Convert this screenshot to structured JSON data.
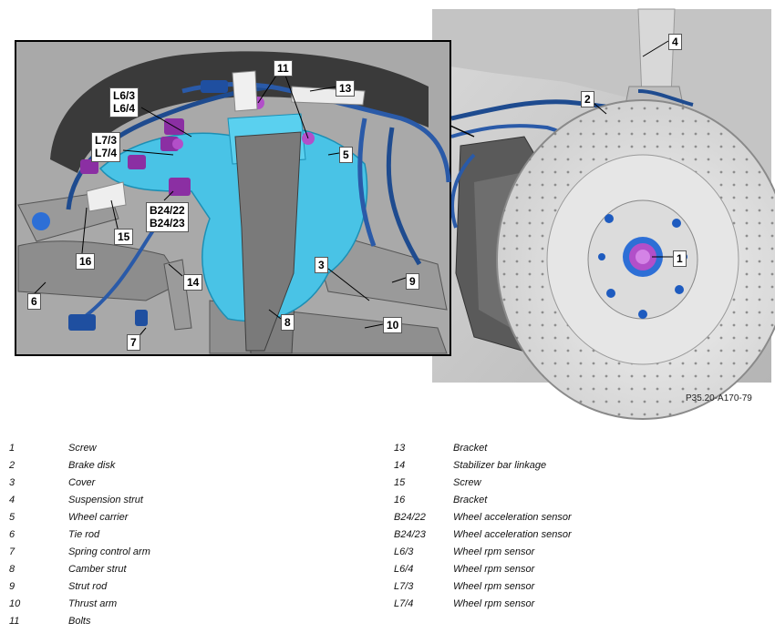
{
  "callouts": {
    "c1": "1",
    "c2": "2",
    "c3": "3",
    "c4": "4",
    "c5": "5",
    "c6": "6",
    "c7": "7",
    "c8": "8",
    "c9": "9",
    "c10": "10",
    "c11": "11",
    "c13": "13",
    "c14": "14",
    "c15": "15",
    "c16": "16",
    "l63": "L6/3",
    "l64": "L6/4",
    "l73": "L7/3",
    "l74": "L7/4",
    "b2422": "B24/22",
    "b2423": "B24/23"
  },
  "figure_code": "P35.20-A170-79",
  "legend": {
    "left": [
      {
        "key": "1",
        "desc": "Screw"
      },
      {
        "key": "2",
        "desc": "Brake disk"
      },
      {
        "key": "3",
        "desc": "Cover"
      },
      {
        "key": "4",
        "desc": "Suspension strut"
      },
      {
        "key": "5",
        "desc": "Wheel carrier"
      },
      {
        "key": "6",
        "desc": "Tie rod"
      },
      {
        "key": "7",
        "desc": "Spring control arm"
      },
      {
        "key": "8",
        "desc": "Camber strut"
      },
      {
        "key": "9",
        "desc": "Strut rod"
      },
      {
        "key": "10",
        "desc": "Thrust arm"
      },
      {
        "key": "11",
        "desc": "Bolts"
      }
    ],
    "right": [
      {
        "key": "13",
        "desc": "Bracket"
      },
      {
        "key": "14",
        "desc": "Stabilizer bar linkage"
      },
      {
        "key": "15",
        "desc": "Screw"
      },
      {
        "key": "16",
        "desc": "Bracket"
      },
      {
        "key": "B24/22",
        "desc": "Wheel acceleration sensor"
      },
      {
        "key": "B24/23",
        "desc": "Wheel acceleration sensor"
      },
      {
        "key": "L6/3",
        "desc": "Wheel rpm sensor"
      },
      {
        "key": "L6/4",
        "desc": "Wheel rpm sensor"
      },
      {
        "key": "L7/3",
        "desc": "Wheel rpm sensor"
      },
      {
        "key": "L7/4",
        "desc": "Wheel rpm sensor"
      }
    ]
  }
}
